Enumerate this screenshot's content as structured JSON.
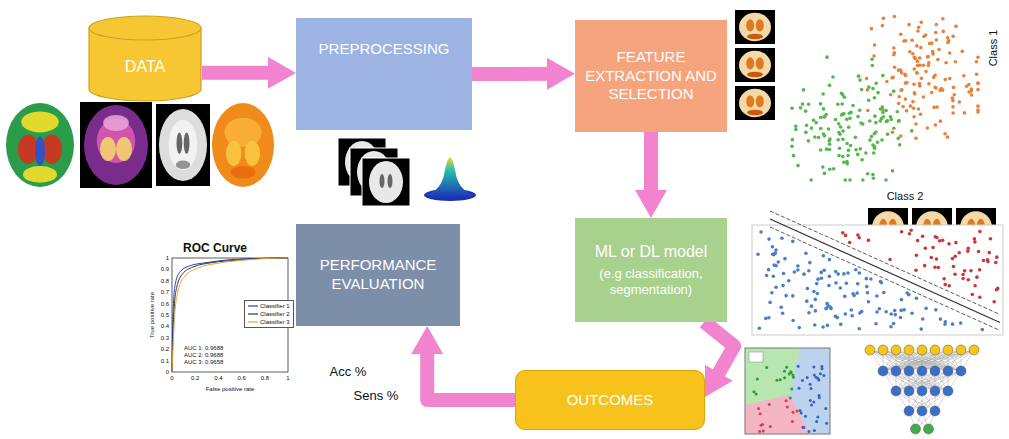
{
  "diagram": {
    "nodes": [
      {
        "text": [
          "DATA"
        ]
      },
      {
        "text": [
          "PREPROCESSING"
        ]
      },
      {
        "text": [
          "FEATURE EXTRACTION AND SELECTION"
        ]
      },
      {
        "text": [
          "ML or DL model",
          "(e.g classification, segmentation)"
        ]
      },
      {
        "text": [
          "OUTCOMES"
        ]
      },
      {
        "text": [
          "PERFORMANCE EVALUATION"
        ]
      }
    ],
    "edges": [
      {
        "from": 0,
        "to": 1,
        "arrow": "to"
      },
      {
        "from": 1,
        "to": 2,
        "arrow": "to"
      },
      {
        "from": 2,
        "to": 3,
        "arrow": "to"
      },
      {
        "from": 3,
        "to": 4,
        "arrow": "to"
      },
      {
        "from": 4,
        "to": 5,
        "arrow": "to"
      }
    ],
    "labels": [
      "Class 1",
      "Class 2",
      "ROC Curve",
      "Acc %",
      "Sens %",
      "True positive rate",
      "False positive rate",
      "AUC 1: 0.9688",
      "AUC 2: 0.9688",
      "AUC 3: 0.9658",
      "0",
      "0.2",
      "0.4",
      "0.6",
      "0.8",
      "1",
      "0",
      "0.1",
      "0.2",
      "0.3",
      "0.4",
      "0.5",
      "0.6",
      "0.7",
      "0.8",
      "0.9",
      "1"
    ],
    "legend": [
      {
        "text": "Classifier 1"
      },
      {
        "text": "Classifier 2"
      },
      {
        "text": "Classifier 3"
      }
    ]
  }
}
